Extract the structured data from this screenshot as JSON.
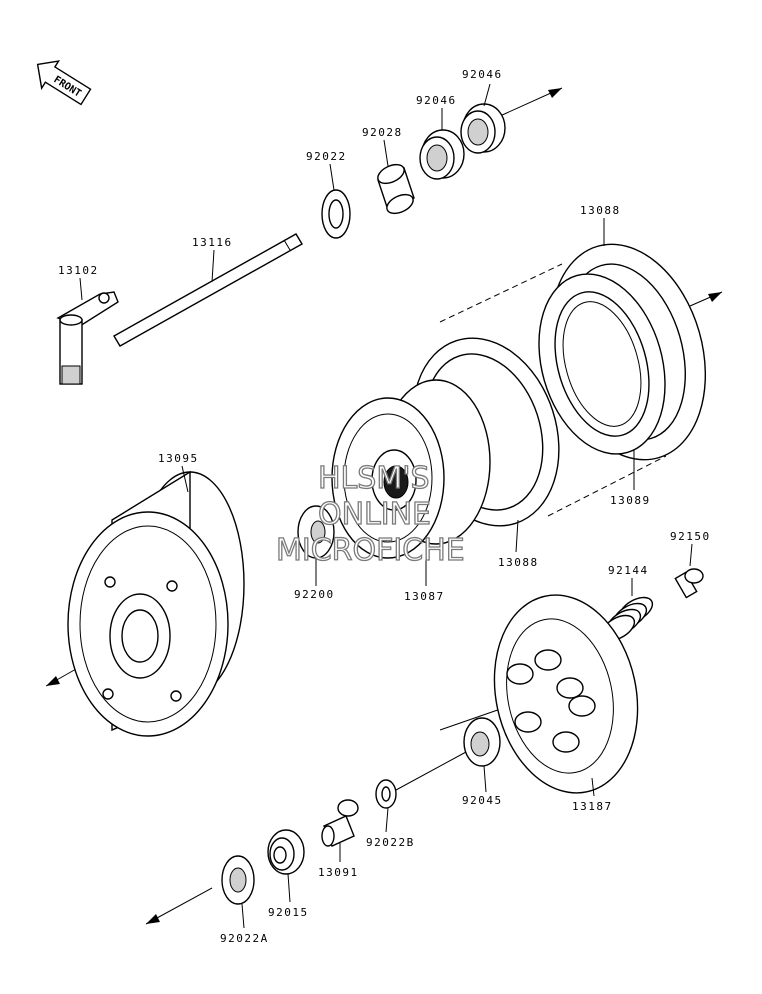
{
  "front_badge": "FRONT",
  "watermark": {
    "line1": "HLSM'S",
    "line2": "ONLINE",
    "line3": "MICROFICHE"
  },
  "labels": {
    "p92046_a": "92046",
    "p92046_b": "92046",
    "p92028": "92028",
    "p92022": "92022",
    "p13116": "13116",
    "p13102": "13102",
    "p13088_top": "13088",
    "p13089": "13089",
    "p13088_mid": "13088",
    "p13087": "13087",
    "p13095": "13095",
    "p92200": "92200",
    "p92150": "92150",
    "p92144": "92144",
    "p92045": "92045",
    "p13187": "13187",
    "p92022B": "92022B",
    "p13091": "13091",
    "p92015": "92015",
    "p92022A": "92022A"
  }
}
